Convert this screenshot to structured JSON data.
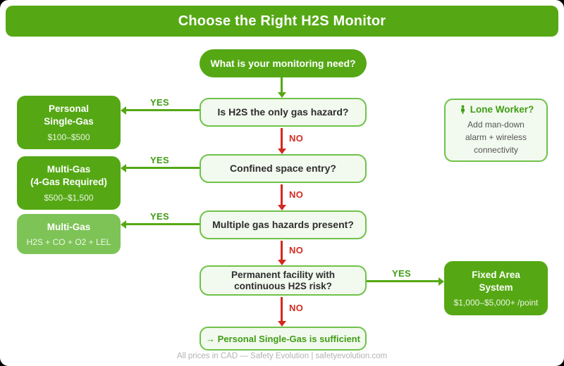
{
  "colors": {
    "brand_green": "#55a814",
    "light_green_fill": "#7dc356",
    "box_background": "#f2f9ee",
    "border_green": "#6fc24a",
    "no_red": "#d32a1f",
    "footer_gray": "#b3b3b3"
  },
  "header": {
    "title": "Choose the Right H2S Monitor"
  },
  "flow": {
    "start": {
      "label": "What is your monitoring need?"
    },
    "yes_label": "YES",
    "no_label": "NO",
    "questions": [
      {
        "label": "Is H2S the only gas hazard?"
      },
      {
        "label": "Confined space entry?"
      },
      {
        "label": "Multiple gas hazards present?"
      },
      {
        "label": "Permanent facility with\ncontinuous H2S risk?"
      }
    ],
    "results": [
      {
        "title": "Personal\nSingle-Gas",
        "price": "$100–$500"
      },
      {
        "title": "Multi-Gas\n(4-Gas Required)",
        "price": "$500–$1,500"
      },
      {
        "title": "Multi-Gas",
        "price": "H2S + CO + O2 + LEL"
      },
      {
        "title": "Fixed Area\nSystem",
        "price": "$1,000–$5,000+ /point"
      }
    ],
    "final": {
      "label": "→ Personal Single-Gas is sufficient"
    }
  },
  "note": {
    "title": "Lone Worker?",
    "body": "Add man-down\nalarm + wireless\nconnectivity"
  },
  "footer": {
    "text": "All prices in CAD — Safety Evolution | safetyevolution.com"
  }
}
